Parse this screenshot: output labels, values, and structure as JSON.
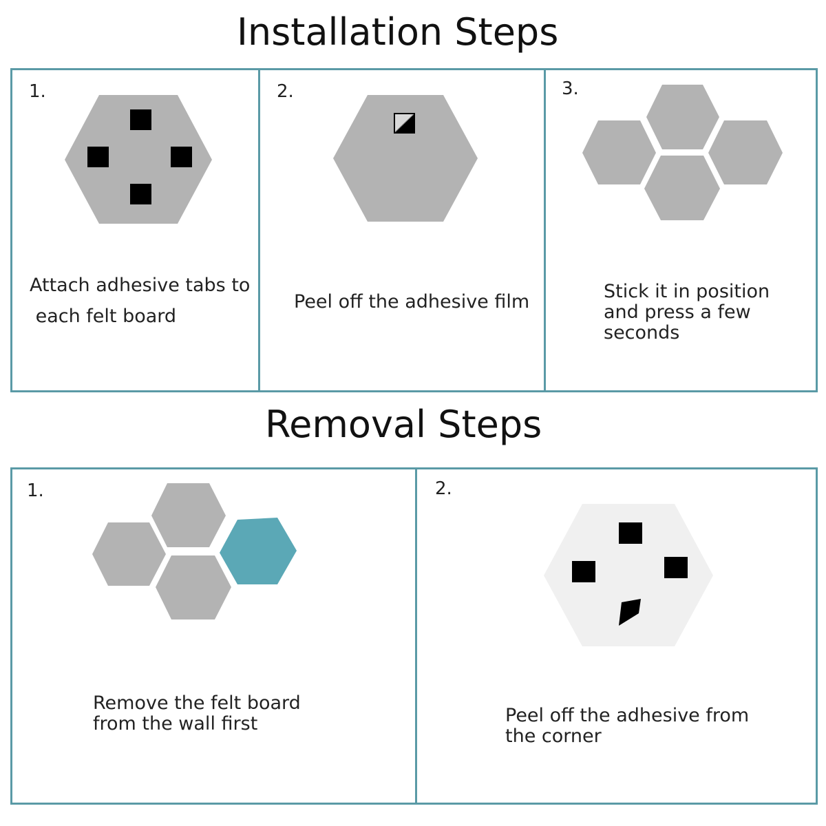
{
  "installation": {
    "title": "Installation Steps",
    "steps": [
      {
        "number": "1.",
        "caption_lines": [
          "Attach adhesive tabs to",
          " each felt board"
        ]
      },
      {
        "number": "2.",
        "caption_lines": [
          "Peel off the adhesive film"
        ]
      },
      {
        "number": "3.",
        "caption_lines": [
          "Stick it in position",
          "and press a few",
          "seconds"
        ]
      }
    ]
  },
  "removal": {
    "title": "Removal Steps",
    "steps": [
      {
        "number": "1.",
        "caption_lines": [
          "Remove the felt board",
          "from the wall first"
        ]
      },
      {
        "number": "2.",
        "caption_lines": [
          "Peel off the adhesive from",
          "the corner"
        ]
      }
    ]
  },
  "colors": {
    "panel_border": "#5a9aa6",
    "felt_board": "#b3b3b3",
    "highlighted_board": "#5ba8b6",
    "adhesive_tab": "#000000",
    "board_back": "#f0f0f0"
  },
  "icons": [
    "hexagon-felt-board",
    "adhesive-tab",
    "peeling-film-corner",
    "highlighted-hexagon",
    "peeled-adhesive-tab"
  ]
}
